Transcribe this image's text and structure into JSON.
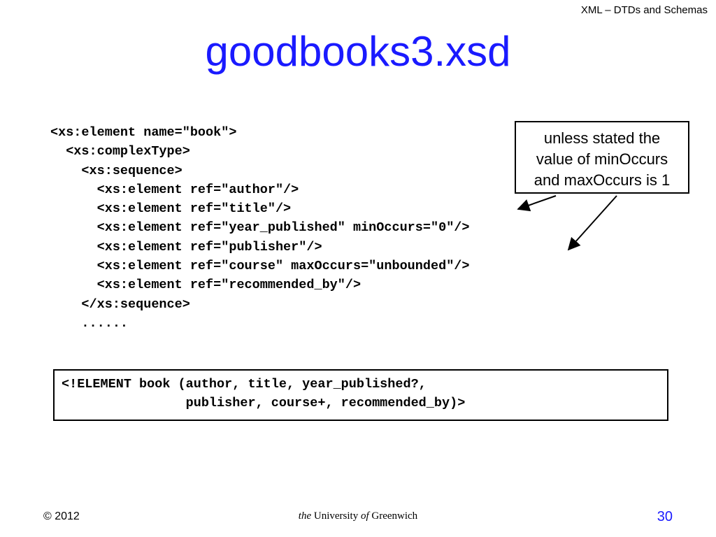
{
  "header": {
    "label": "XML – DTDs and Schemas"
  },
  "slide": {
    "title": "goodbooks3.xsd"
  },
  "code": {
    "lines": [
      "<xs:element name=\"book\">",
      "  <xs:complexType>",
      "    <xs:sequence>",
      "      <xs:element ref=\"author\"/>",
      "      <xs:element ref=\"title\"/>",
      "      <xs:element ref=\"year_published\" minOccurs=\"0\"/>",
      "      <xs:element ref=\"publisher\"/>",
      "      <xs:element ref=\"course\" maxOccurs=\"unbounded\"/>",
      "      <xs:element ref=\"recommended_by\"/>",
      "    </xs:sequence>",
      "    ......"
    ]
  },
  "note": {
    "line1": "unless stated the",
    "line2": "value of  minOccurs",
    "line3": "and maxOccurs is 1"
  },
  "dtd": {
    "line1": "<!ELEMENT book (author, title, year_published?,",
    "line2": "                publisher, course+, recommended_by)>"
  },
  "footer": {
    "copyright": "© 2012",
    "institution_the": "the",
    "institution_university": " University ",
    "institution_of": "of",
    "institution_name": " Greenwich",
    "page_number": "30"
  },
  "colors": {
    "title": "#1a1aff",
    "page_number": "#1a1aff"
  }
}
